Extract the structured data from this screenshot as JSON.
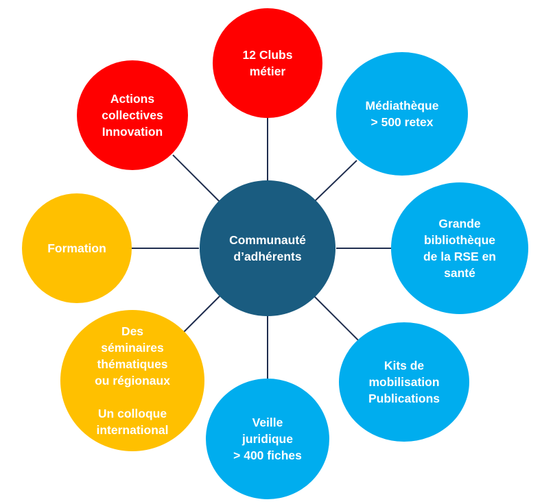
{
  "colors": {
    "center": "#1a5c80",
    "red": "#ff0000",
    "blue": "#00adee",
    "yellow": "#ffc000",
    "connector": "#1f2d4e"
  },
  "center": {
    "label": "Communauté\nd’adhérents"
  },
  "nodes": [
    {
      "id": "clubs",
      "label": "12 Clubs\nmétier",
      "color": "red"
    },
    {
      "id": "mediatheque",
      "label": "Médiathèque\n> 500 retex",
      "color": "blue"
    },
    {
      "id": "bibliotheque",
      "label": "Grande\nbibliothèque\nde la RSE en\nsanté",
      "color": "blue"
    },
    {
      "id": "kits",
      "label": "Kits de\nmobilisation\nPublications",
      "color": "blue"
    },
    {
      "id": "veille",
      "label": "Veille\njuridique\n> 400 fiches",
      "color": "blue"
    },
    {
      "id": "seminaires",
      "label": "Des\nséminaires\nthématiques\nou régionaux\n\nUn colloque\ninternational",
      "color": "yellow"
    },
    {
      "id": "formation",
      "label": "Formation",
      "color": "yellow"
    },
    {
      "id": "actions",
      "label": "Actions\ncollectives\nInnovation",
      "color": "red"
    }
  ]
}
